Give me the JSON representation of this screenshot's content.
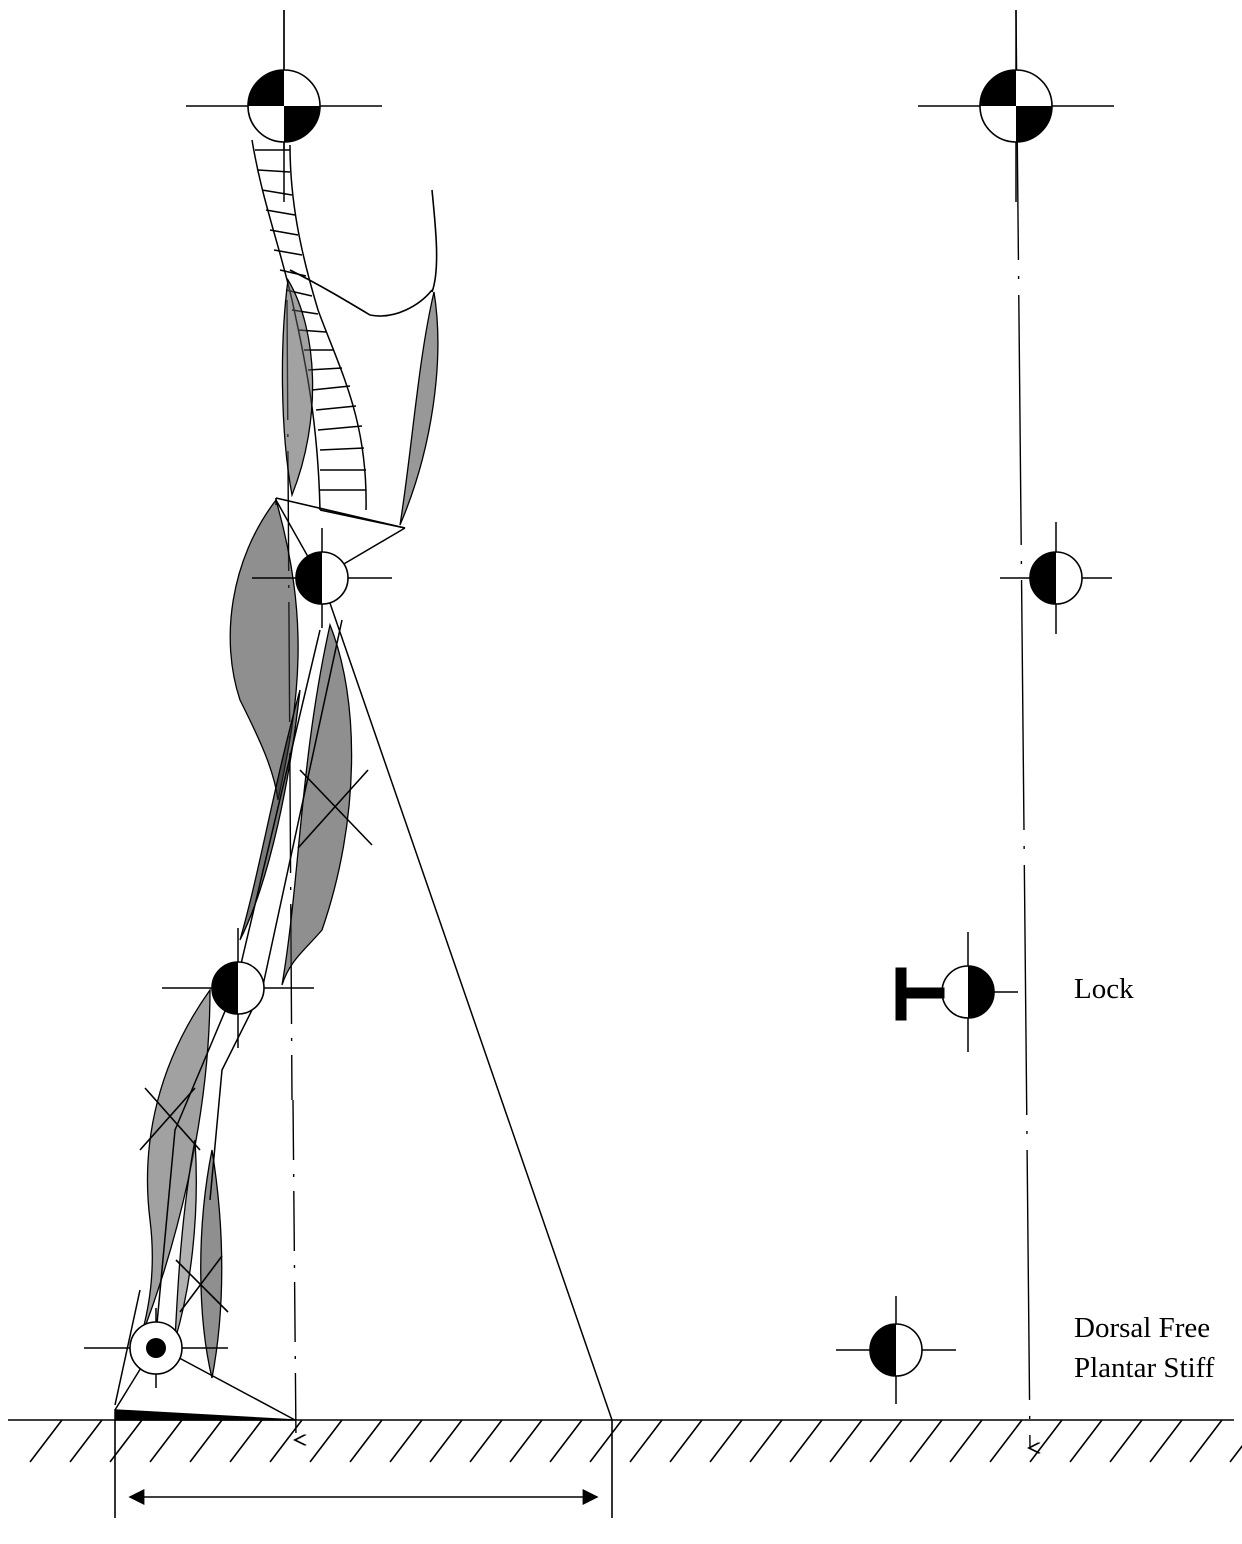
{
  "labels": {
    "lock": "Lock",
    "dorsal": "Dorsal Free",
    "plantar": "Plantar Stiff"
  },
  "colors": {
    "ink": "#000000",
    "paper": "#ffffff"
  }
}
